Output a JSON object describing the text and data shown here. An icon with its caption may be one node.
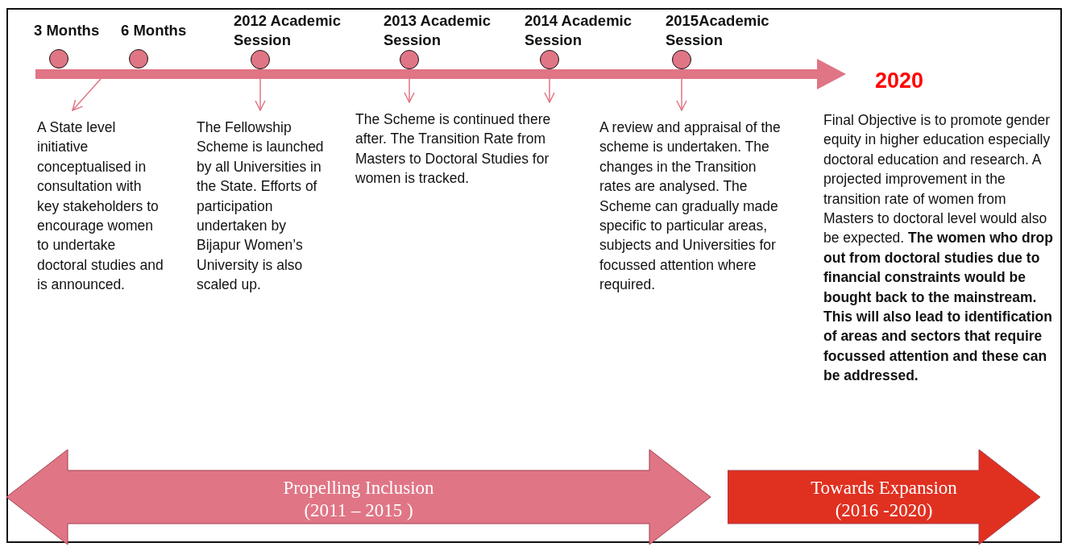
{
  "diagram": {
    "nodes": [
      {
        "text": [],
        "shape": "circle",
        "beside": [
          "3 Months"
        ]
      },
      {
        "text": [],
        "shape": "circle",
        "beside": [
          "6 Months"
        ]
      },
      {
        "text": [],
        "shape": "circle",
        "beside": [
          "2012 Academic Session"
        ]
      },
      {
        "text": [],
        "shape": "circle",
        "beside": [
          "2013 Academic Session"
        ]
      },
      {
        "text": [],
        "shape": "circle",
        "beside": [
          "2014 Academic Session"
        ]
      },
      {
        "text": [],
        "shape": "circle",
        "beside": [
          "2015Academic Session"
        ]
      },
      {
        "text": [
          "2020"
        ]
      },
      {
        "text": [
          "A State level initiative conceptualised in consultation with key stakeholders to encourage women to undertake doctoral studies and is announced."
        ]
      },
      {
        "text": [
          "The Fellowship Scheme is launched  by all Universities in the State. Efforts of participation undertaken by Bijapur Women’s University is also scaled up."
        ]
      },
      {
        "text": [
          "The Scheme is continued there after. The Transition Rate from Masters to Doctoral Studies for women is tracked."
        ]
      },
      {
        "text": [
          "A review and appraisal of the scheme is undertaken. The changes in the Transition rates are analysed. The Scheme can gradually made specific to particular areas, subjects and Universities for focussed attention where required."
        ]
      },
      {
        "text": [
          "Propelling Inclusion",
          "(2011 – 2015 )"
        ]
      },
      {
        "text": [
          "Towards Expansion",
          "(2016 -2020)"
        ]
      }
    ],
    "edges": [
      {
        "from": null,
        "to": 6,
        "arrow": "to",
        "style": "thick"
      },
      {
        "from": null,
        "to": 7,
        "arrow": "to"
      },
      {
        "from": 2,
        "to": 8,
        "arrow": "to"
      },
      {
        "from": 3,
        "to": 9,
        "arrow": "to"
      },
      {
        "from": 4,
        "to": 9,
        "arrow": "to"
      },
      {
        "from": 5,
        "to": 10,
        "arrow": "to"
      }
    ],
    "labels": [
      "Final Objective is to promote gender equity in higher education especially doctoral education and research. A projected improvement in the transition rate of women from Masters to doctoral level would also be expected. **The women who drop out from doctoral studies due to financial constraints would be bought back to the mainstream. This will also lead to identification of areas and sectors that require focussed attention and these can be addressed.**"
    ]
  }
}
